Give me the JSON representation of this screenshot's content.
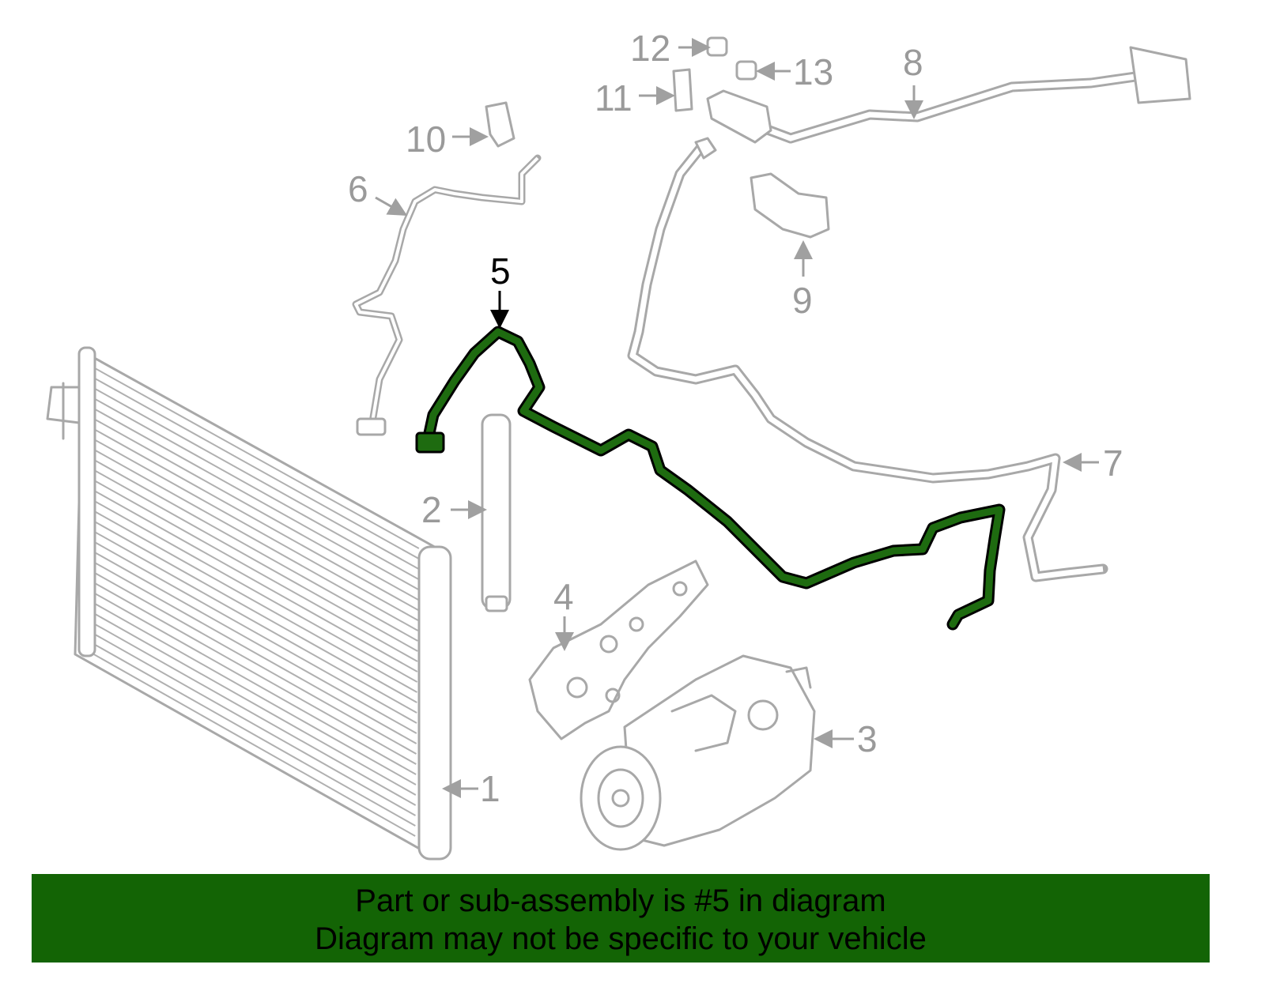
{
  "diagram": {
    "highlighted_part": "5",
    "highlight_color": "#1e6b10",
    "part_color": "#a8a8a8",
    "callouts": [
      "1",
      "2",
      "3",
      "4",
      "5",
      "6",
      "7",
      "8",
      "9",
      "10",
      "11",
      "12",
      "13"
    ]
  },
  "banner": {
    "line1": "Part or sub-assembly is #5 in diagram",
    "line2": "Diagram may not be specific to your vehicle",
    "color": "#136405"
  }
}
